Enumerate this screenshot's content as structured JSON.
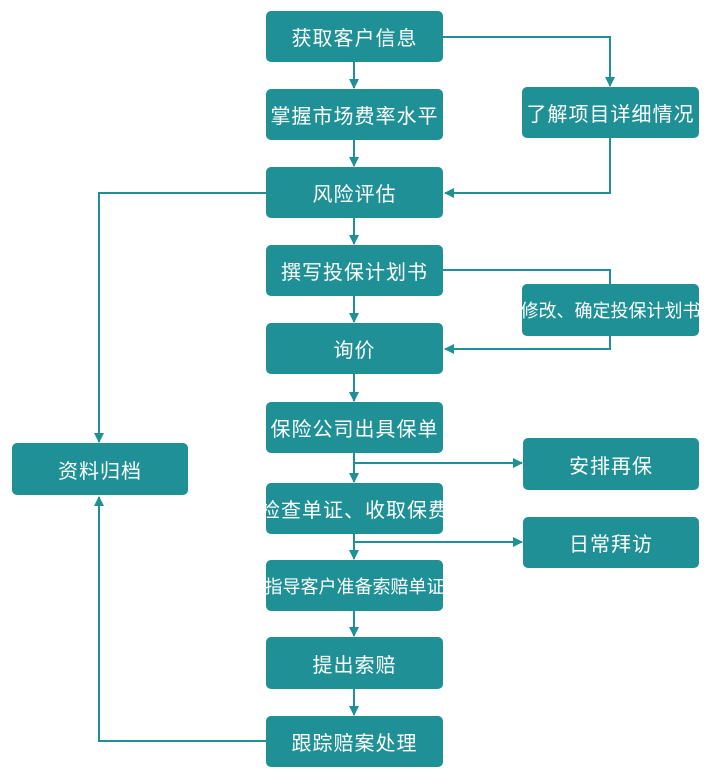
{
  "nodes": {
    "get_info": "获取客户信息",
    "market_rates": "掌握市场费率水平",
    "project_details": "了解项目详细情况",
    "risk_assessment": "风险评估",
    "write_plan": "撰写投保计划书",
    "revise_plan": "修改、确定投保计划书",
    "inquiry": "询价",
    "issue_policy": "保险公司出具保单",
    "check_policy": "检查单证、收取保费",
    "guide_claim_docs": "指导客户准备索赔单证",
    "file_claim": "提出索赔",
    "follow_claim": "跟踪赔案处理",
    "archive": "资料归档",
    "renewal": "安排再保",
    "regular_visit": "日常拜访"
  },
  "colors": {
    "box_fill": "#1f9196",
    "line": "#1f9196",
    "text": "#ffffff"
  }
}
